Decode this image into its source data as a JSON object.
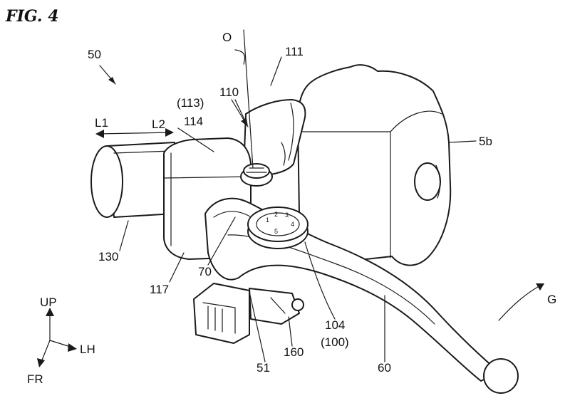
{
  "figure": {
    "title": "FIG. 4",
    "labels": {
      "assembly": "50",
      "axis": "O",
      "arm": "111",
      "part110": "110",
      "part113": "(113)",
      "part114": "114",
      "dir_l1": "L1",
      "dir_l2": "L2",
      "housing": "5b",
      "part130": "130",
      "part117": "117",
      "part70": "70",
      "part104": "104",
      "part100": "(100)",
      "part51": "51",
      "part160": "160",
      "lever": "60",
      "rotation": "G",
      "up": "UP",
      "lh": "LH",
      "fr": "FR"
    },
    "dial_marks": [
      "1",
      "2",
      "3",
      "4",
      "5"
    ]
  }
}
